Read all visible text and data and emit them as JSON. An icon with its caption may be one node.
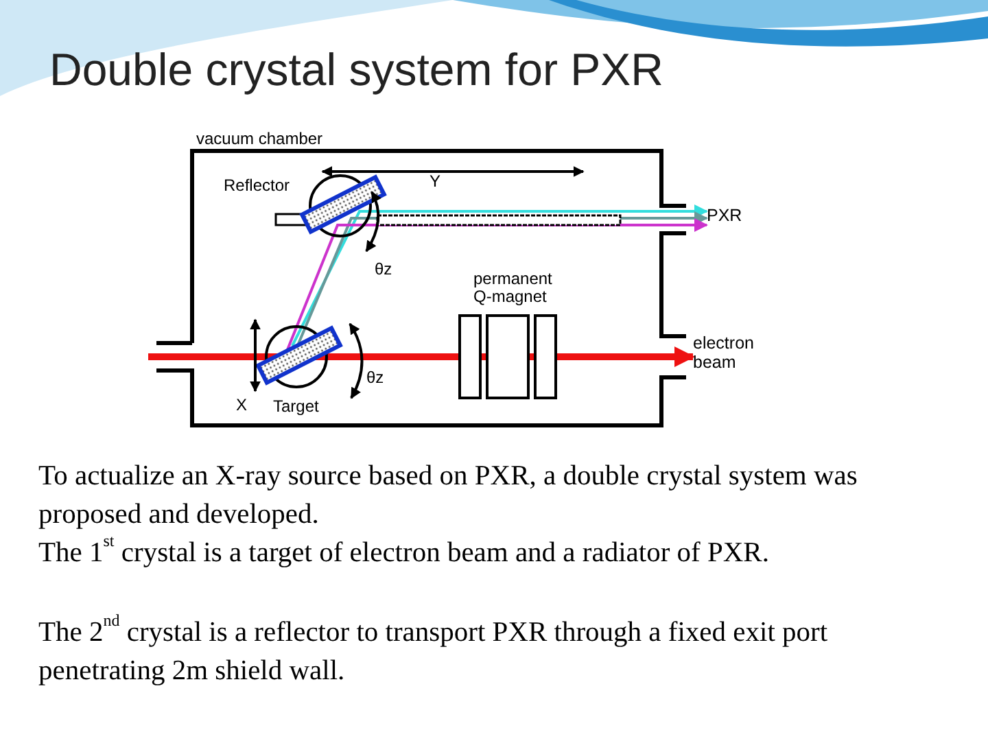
{
  "diagram": {
    "title": "Double crystal system for PXR",
    "nodes": [
      {
        "text": [
          "PXR"
        ]
      },
      {
        "text": [
          "electron beam"
        ]
      }
    ],
    "edges": [
      {
        "from": null,
        "to": 0,
        "arrow": "to",
        "color": "#33dddd"
      },
      {
        "from": null,
        "to": 0,
        "arrow": "to",
        "color": "#669999"
      },
      {
        "from": null,
        "to": 0,
        "arrow": "to",
        "color": "#cc33cc"
      },
      {
        "from": null,
        "to": 1,
        "arrow": "to",
        "style": "thick",
        "color": "#ee1111"
      }
    ],
    "labels": [
      "vacuum chamber",
      "Reflector",
      "Y",
      "θz",
      "permanent Q-magnet",
      "θz",
      "X",
      "Target",
      "To actualize an X-ray source based on PXR, a double crystal system was proposed and developed.",
      "The 1$^{st}$ crystal is a target of electron beam and a radiator of PXR.",
      "The 2$^{nd}$ crystal is a reflector to transport PXR through a fixed exit port penetrating 2m shield wall."
    ]
  }
}
